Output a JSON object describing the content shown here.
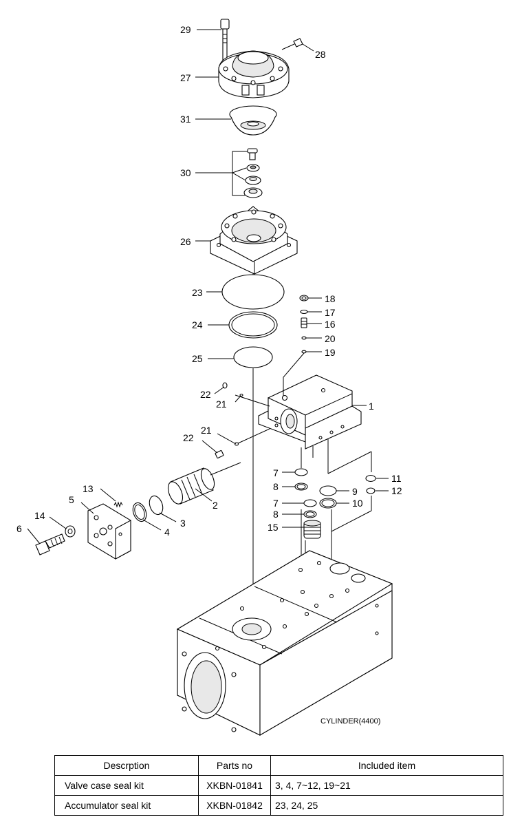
{
  "diagram": {
    "caption": "CYLINDER(4400)",
    "labels": [
      {
        "id": "p29",
        "text": "29"
      },
      {
        "id": "p28",
        "text": "28"
      },
      {
        "id": "p27",
        "text": "27"
      },
      {
        "id": "p31",
        "text": "31"
      },
      {
        "id": "p30",
        "text": "30"
      },
      {
        "id": "p26",
        "text": "26"
      },
      {
        "id": "p23",
        "text": "23"
      },
      {
        "id": "p18",
        "text": "18"
      },
      {
        "id": "p17",
        "text": "17"
      },
      {
        "id": "p16",
        "text": "16"
      },
      {
        "id": "p20",
        "text": "20"
      },
      {
        "id": "p24",
        "text": "24"
      },
      {
        "id": "p19",
        "text": "19"
      },
      {
        "id": "p25",
        "text": "25"
      },
      {
        "id": "p22a",
        "text": "22"
      },
      {
        "id": "p21a",
        "text": "21"
      },
      {
        "id": "p1",
        "text": "1"
      },
      {
        "id": "p21b",
        "text": "21"
      },
      {
        "id": "p22b",
        "text": "22"
      },
      {
        "id": "p7a",
        "text": "7"
      },
      {
        "id": "p11",
        "text": "11"
      },
      {
        "id": "p8a",
        "text": "8"
      },
      {
        "id": "p9",
        "text": "9"
      },
      {
        "id": "p12",
        "text": "12"
      },
      {
        "id": "p13",
        "text": "13"
      },
      {
        "id": "p2",
        "text": "2"
      },
      {
        "id": "p5",
        "text": "5"
      },
      {
        "id": "p7b",
        "text": "7"
      },
      {
        "id": "p10",
        "text": "10"
      },
      {
        "id": "p3",
        "text": "3"
      },
      {
        "id": "p8b",
        "text": "8"
      },
      {
        "id": "p14",
        "text": "14"
      },
      {
        "id": "p4",
        "text": "4"
      },
      {
        "id": "p15",
        "text": "15"
      },
      {
        "id": "p6",
        "text": "6"
      }
    ]
  },
  "table": {
    "headers": [
      "Descrption",
      "Parts no",
      "Included item"
    ],
    "rows": [
      [
        "Valve case seal kit",
        "XKBN-01841",
        "3, 4, 7~12, 19~21"
      ],
      [
        "Accumulator seal kit",
        "XKBN-01842",
        "23, 24, 25"
      ]
    ]
  }
}
